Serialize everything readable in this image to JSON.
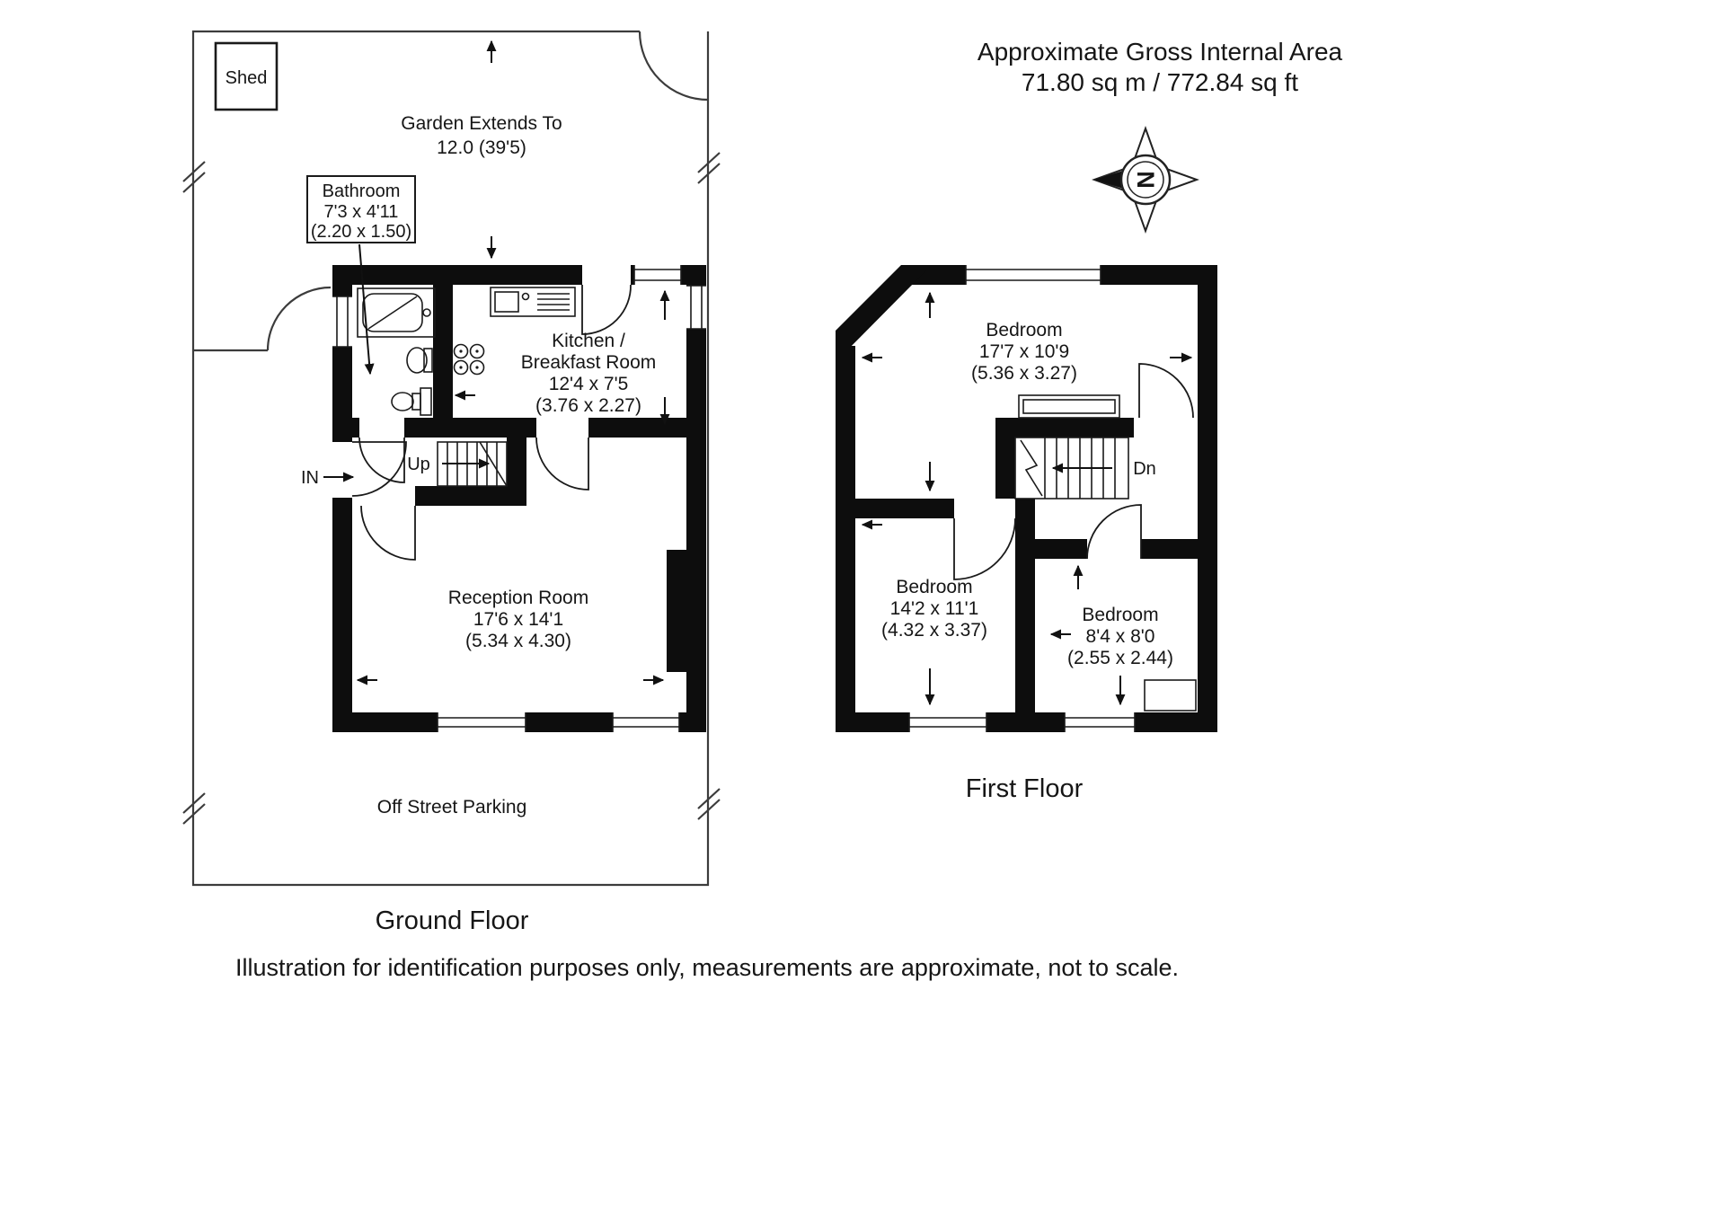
{
  "header": {
    "title": "Approximate Gross Internal Area",
    "area": "71.80 sq m / 772.84 sq ft"
  },
  "compass": {
    "north_label": "N"
  },
  "ground_floor": {
    "caption": "Ground Floor",
    "shed_label": "Shed",
    "garden_line1": "Garden Extends To",
    "garden_line2": "12.0 (39'5)",
    "parking_label": "Off Street Parking",
    "entrance_label": "IN",
    "stairs_label": "Up",
    "bathroom": {
      "name": "Bathroom",
      "size_imperial": "7'3 x 4'11",
      "size_metric": "(2.20 x 1.50)"
    },
    "kitchen": {
      "name_line1": "Kitchen /",
      "name_line2": "Breakfast Room",
      "size_imperial": "12'4 x 7'5",
      "size_metric": "(3.76 x 2.27)"
    },
    "reception": {
      "name": "Reception Room",
      "size_imperial": "17'6 x 14'1",
      "size_metric": "(5.34 x 4.30)"
    }
  },
  "first_floor": {
    "caption": "First Floor",
    "stairs_label": "Dn",
    "bedroom_front": {
      "name": "Bedroom",
      "size_imperial": "17'7 x 10'9",
      "size_metric": "(5.36 x 3.27)"
    },
    "bedroom_back": {
      "name": "Bedroom",
      "size_imperial": "14'2 x 11'1",
      "size_metric": "(4.32 x 3.37)"
    },
    "bedroom_small": {
      "name": "Bedroom",
      "size_imperial": "8'4 x 8'0",
      "size_metric": "(2.55 x 2.44)"
    }
  },
  "footer": {
    "disclaimer": "Illustration for identification purposes only, measurements are approximate, not to scale."
  }
}
